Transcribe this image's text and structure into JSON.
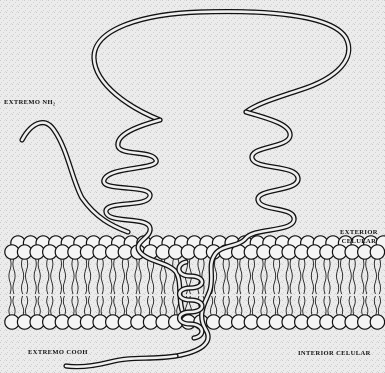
{
  "labels": {
    "nh2_terminus": "EXTREMO NH₂",
    "cell_exterior_line1": "EXTERIOR",
    "cell_exterior_line2": "CELULAR",
    "cooh_terminus": "EXTREMO COOH",
    "cell_interior": "INTERIOR CELULAR"
  }
}
